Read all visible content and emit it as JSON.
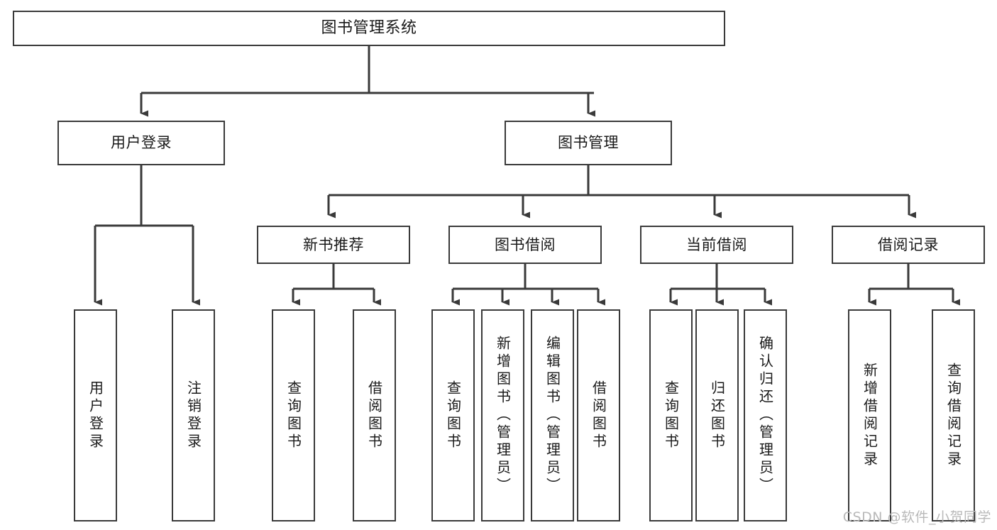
{
  "diagram": {
    "type": "tree-hierarchy",
    "title": "图书管理系统",
    "orientation": "top-down",
    "colors": {
      "stroke": "#3a3a3a",
      "fill": "#ffffff",
      "text": "#1a1a1a",
      "watermark": "#b9b9b9"
    },
    "watermark": "CSDN @软件_小贺同学"
  },
  "nodes": {
    "root": {
      "label": "图书管理系统",
      "level": 1
    },
    "level2": [
      {
        "id": "user-login",
        "label": "用户登录"
      },
      {
        "id": "book-manage",
        "label": "图书管理"
      }
    ],
    "level3": [
      {
        "id": "new-book-rec",
        "label": "新书推荐",
        "parent": "book-manage"
      },
      {
        "id": "book-borrow",
        "label": "图书借阅",
        "parent": "book-manage"
      },
      {
        "id": "current-borrow",
        "label": "当前借阅",
        "parent": "book-manage"
      },
      {
        "id": "borrow-record",
        "label": "借阅记录",
        "parent": "book-manage"
      }
    ],
    "leaves": {
      "user-login": [
        {
          "id": "leaf-user-login",
          "label": "用户登录"
        },
        {
          "id": "leaf-user-logout",
          "label": "注销登录"
        }
      ],
      "new-book-rec": [
        {
          "id": "leaf-query-book-1",
          "label": "查询图书"
        },
        {
          "id": "leaf-borrow-book-1",
          "label": "借阅图书"
        }
      ],
      "book-borrow": [
        {
          "id": "leaf-query-book-2",
          "label": "查询图书"
        },
        {
          "id": "leaf-add-book",
          "label": "新增图书（管理员）"
        },
        {
          "id": "leaf-edit-book",
          "label": "编辑图书（管理员）"
        },
        {
          "id": "leaf-borrow-book-2",
          "label": "借阅图书"
        }
      ],
      "current-borrow": [
        {
          "id": "leaf-query-book-3",
          "label": "查询图书"
        },
        {
          "id": "leaf-return-book",
          "label": "归还图书"
        },
        {
          "id": "leaf-confirm-return",
          "label": "确认归还（管理员）"
        }
      ],
      "borrow-record": [
        {
          "id": "leaf-add-record",
          "label": "新增借阅记录"
        },
        {
          "id": "leaf-query-record",
          "label": "查询借阅记录"
        }
      ]
    }
  }
}
